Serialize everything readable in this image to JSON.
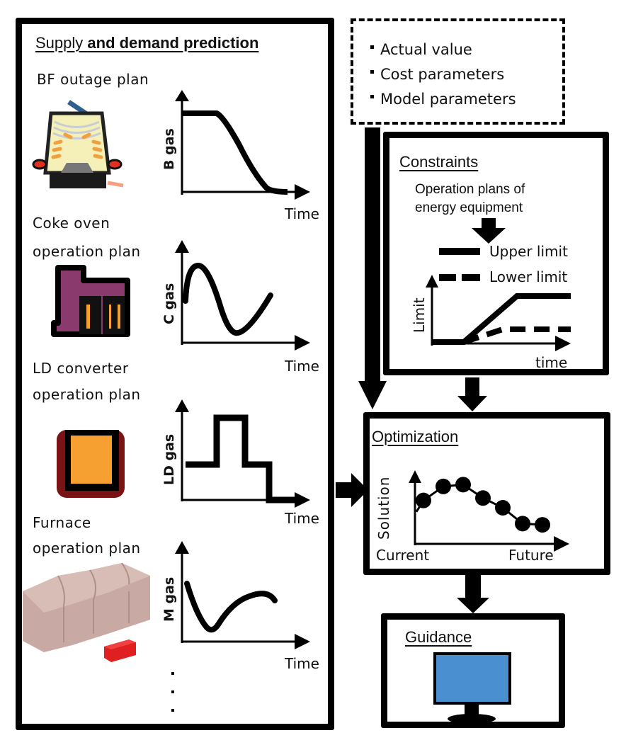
{
  "supply_demand": {
    "title_regular": "Supply ",
    "title_bold": "and demand prediction",
    "plans": [
      {
        "label_lines": [
          "BF outage plan"
        ],
        "y_axis": "B gas",
        "x_axis": "Time",
        "icon": "blast-furnace-icon",
        "curve": "plateau-then-decline"
      },
      {
        "label_lines": [
          "Coke oven",
          "operation plan"
        ],
        "y_axis": "C gas",
        "x_axis": "Time",
        "icon": "coke-oven-icon",
        "curve": "sinusoidal"
      },
      {
        "label_lines": [
          "LD converter",
          "operation plan"
        ],
        "y_axis": "LD gas",
        "x_axis": "Time",
        "icon": "ld-converter-icon",
        "curve": "step-pulse"
      },
      {
        "label_lines": [
          "Furnace",
          "operation plan"
        ],
        "y_axis": "M gas",
        "x_axis": "Time",
        "icon": "reheating-furnace-icon",
        "curve": "dip-then-recover"
      }
    ],
    "ellipsis": "⋮"
  },
  "inputs": {
    "items": [
      "Actual value",
      "Cost parameters",
      "Model parameters"
    ]
  },
  "constraints": {
    "title": "Constraints",
    "subtitle_lines": [
      "Operation plans of",
      "energy equipment"
    ],
    "legend": [
      {
        "label": "Upper limit",
        "style": "solid"
      },
      {
        "label": "Lower limit",
        "style": "dashed"
      }
    ],
    "y_axis": "Limit",
    "x_axis": "time"
  },
  "optimization": {
    "title": "Optimization",
    "y_axis": "Solution",
    "x_start": "Current",
    "x_end": "Future",
    "solution_points": [
      0.62,
      0.85,
      0.88,
      0.66,
      0.5,
      0.24,
      0.22
    ]
  },
  "guidance": {
    "title": "Guidance",
    "icon": "monitor-icon",
    "screen_color": "#4a90d0"
  },
  "colors": {
    "coke_oven": "#8b3a6e",
    "coke_flame": "#f5a030",
    "ld_outer": "#7a1414",
    "ld_inner": "#f5a030",
    "furnace": "#c9a9a3",
    "furnace_slab": "#e02020"
  }
}
